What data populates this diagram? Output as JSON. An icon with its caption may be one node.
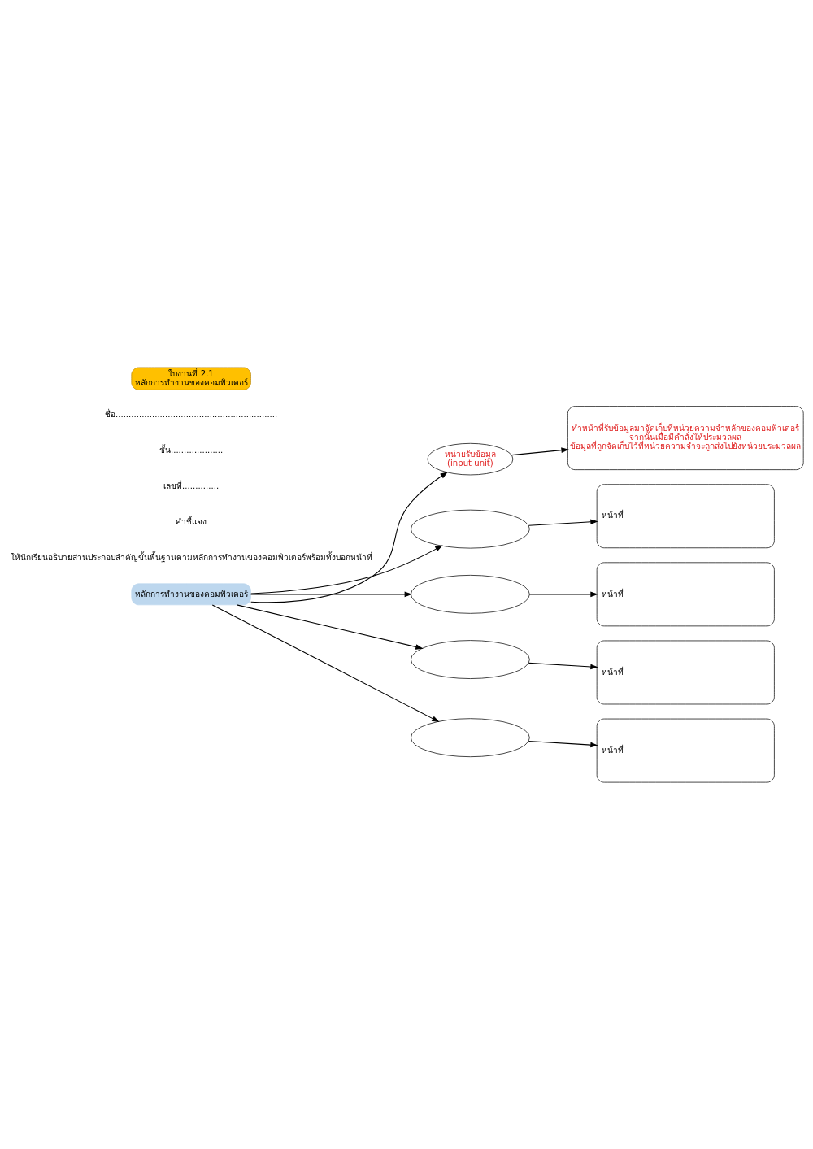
{
  "diagram": {
    "nodes": [
      {
        "text": [
          "ใบงานที่ 2.1",
          "หลักการทำงานของคอมพิวเตอร์"
        ]
      },
      {
        "text": [
          "หลักการทำงานของคอมพิวเตอร์"
        ]
      },
      {
        "text": [
          "หน่วยรับข้อมูล",
          "(input unit)"
        ]
      },
      {
        "text": [
          "ทำหน้าที่รับข้อมูลมาจัดเก็บที่หน่วยความจำหลักของคอมพิวเตอร์ จากนั้นเมื่อมีคำสั่งให้ประมวลผล ข้อมูลที่ถูกจัดเก็บไว้ที่หน่วยความจำจะถูกส่งไปยังหน่วยประมวลผล"
        ]
      },
      {
        "text": [],
        "shape": "ellipse"
      },
      {
        "text": [
          "หน้าที่"
        ]
      },
      {
        "text": [],
        "shape": "ellipse"
      },
      {
        "text": [
          "หน้าที่"
        ]
      },
      {
        "text": [],
        "shape": "ellipse"
      },
      {
        "text": [
          "หน้าที่"
        ]
      },
      {
        "text": [],
        "shape": "ellipse"
      },
      {
        "text": [
          "หน้าที่"
        ]
      }
    ],
    "edges": [
      {
        "from": 1,
        "to": 2,
        "arrow": "to"
      },
      {
        "from": 2,
        "to": 3,
        "arrow": "to"
      },
      {
        "from": 1,
        "to": 4,
        "arrow": "to"
      },
      {
        "from": 4,
        "to": 5,
        "arrow": "to"
      },
      {
        "from": 1,
        "to": 6,
        "arrow": "to"
      },
      {
        "from": 6,
        "to": 7,
        "arrow": "to"
      },
      {
        "from": 1,
        "to": 8,
        "arrow": "to"
      },
      {
        "from": 8,
        "to": 9,
        "arrow": "to"
      },
      {
        "from": 1,
        "to": 10,
        "arrow": "to"
      },
      {
        "from": 10,
        "to": 11,
        "arrow": "to"
      }
    ],
    "labels": [
      "ชื่อ..............................................................",
      "ชั้น....................",
      "เลขที่..............",
      "คำชี้แจง",
      "ให้นักเรียนอธิบายส่วนประกอบสำคัญขั้นพื้นฐานตามหลักการทำงานของคอมพิวเตอร์พร้อมทั้งบอกหน้าที่"
    ]
  }
}
